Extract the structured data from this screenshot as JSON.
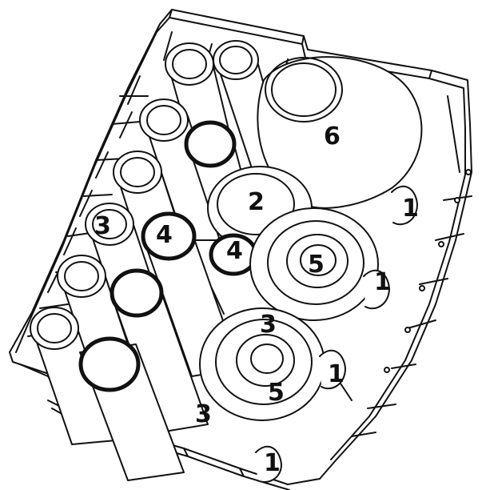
{
  "diagram": {
    "subject": "dishwasher lower basket loading layout (isometric line drawing)",
    "colors": {
      "line": "#111111",
      "fill": "#ffffff",
      "background": "#ffffff"
    },
    "labels": [
      {
        "id": "label-6",
        "text": "6",
        "refers_to": "large-platter"
      },
      {
        "id": "label-2",
        "text": "2",
        "refers_to": "dinner-plate"
      },
      {
        "id": "label-5a",
        "text": "5",
        "refers_to": "round-plate-upper"
      },
      {
        "id": "label-5b",
        "text": "5",
        "refers_to": "round-plate-lower"
      },
      {
        "id": "label-4a",
        "text": "4",
        "refers_to": "bowl-left"
      },
      {
        "id": "label-4b",
        "text": "4",
        "refers_to": "bowl-center"
      },
      {
        "id": "label-3a",
        "text": "3",
        "refers_to": "pot-left"
      },
      {
        "id": "label-3b",
        "text": "3",
        "refers_to": "pot-center"
      },
      {
        "id": "label-3c",
        "text": "3",
        "refers_to": "pot-bottom"
      },
      {
        "id": "label-1a",
        "text": "1",
        "refers_to": "rack-right-1"
      },
      {
        "id": "label-1b",
        "text": "1",
        "refers_to": "rack-right-2"
      },
      {
        "id": "label-1c",
        "text": "1",
        "refers_to": "rack-right-3"
      },
      {
        "id": "label-1d",
        "text": "1",
        "refers_to": "rack-front"
      }
    ]
  }
}
